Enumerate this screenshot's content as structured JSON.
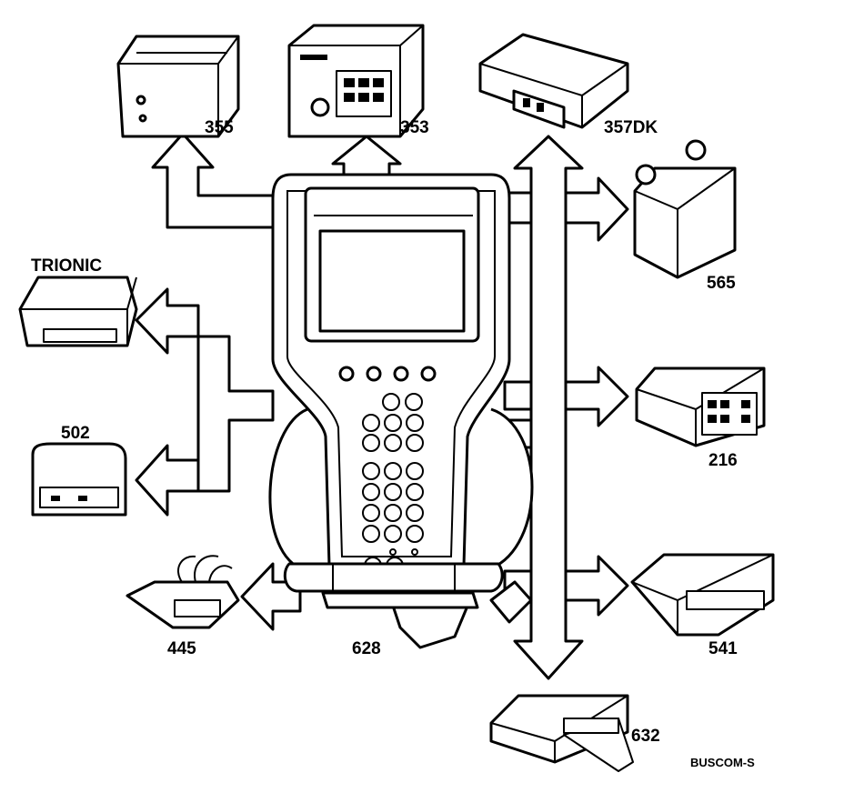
{
  "diagram": {
    "modules": {
      "m355": "355",
      "m353": "353",
      "m357dk": "357DK",
      "m565": "565",
      "trionic": "TRIONIC",
      "m502": "502",
      "m216": "216",
      "m445": "445",
      "m628": "628",
      "m541": "541",
      "m632": "632"
    },
    "reference": "BUSCOM-S"
  }
}
